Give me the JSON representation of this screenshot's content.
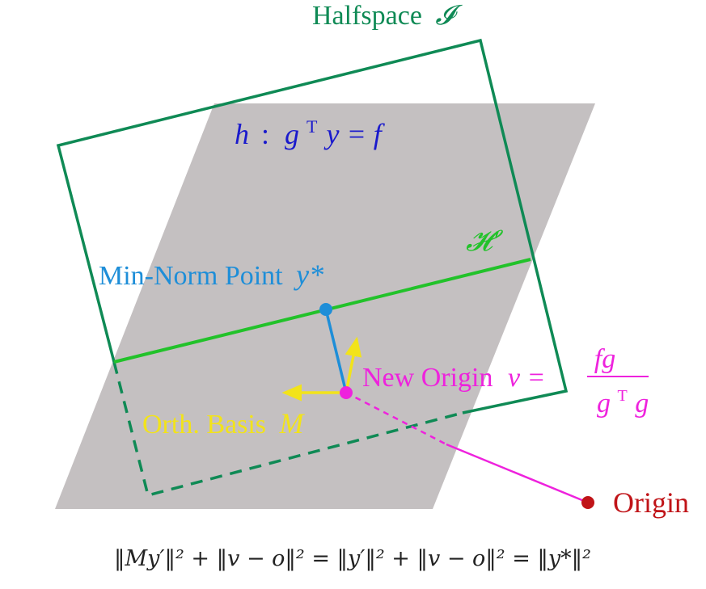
{
  "colors": {
    "halfspace": "#0f8a55",
    "hyperplane": "#22c22a",
    "plane_fill": "#c4c0c1",
    "equation": "#1a1acc",
    "min_norm": "#1e8ed8",
    "basis": "#f2e31a",
    "new_origin": "#ee22dd",
    "origin": "#c01418",
    "formula": "#222222"
  },
  "labels": {
    "halfspace_word": "Halfspace",
    "halfspace_symbol": "𝓘",
    "h_prefix": "h",
    "h_colon": ":",
    "h_g": "g",
    "h_T": "T",
    "h_rest": "y = f",
    "H_prime": "𝓗′",
    "min_norm_text": "Min-Norm Point",
    "min_norm_symbol": "y*",
    "new_origin_text": "New Origin",
    "new_origin_symbol": "v =",
    "fraction_num": "fg",
    "fraction_den_g": "g",
    "fraction_den_T": "T",
    "fraction_den_g2": "g",
    "basis_text": "Orth. Basis",
    "basis_symbol": "M",
    "origin_text": "Origin",
    "bottom_formula": "‖My′‖² + ‖v − o‖² = ‖y′‖² + ‖v − o‖² = ‖y*‖²"
  },
  "icons": {
    "min_norm_marker": "dot",
    "new_origin_marker": "dot",
    "origin_marker": "dot",
    "basis_arrows": "arrow"
  }
}
